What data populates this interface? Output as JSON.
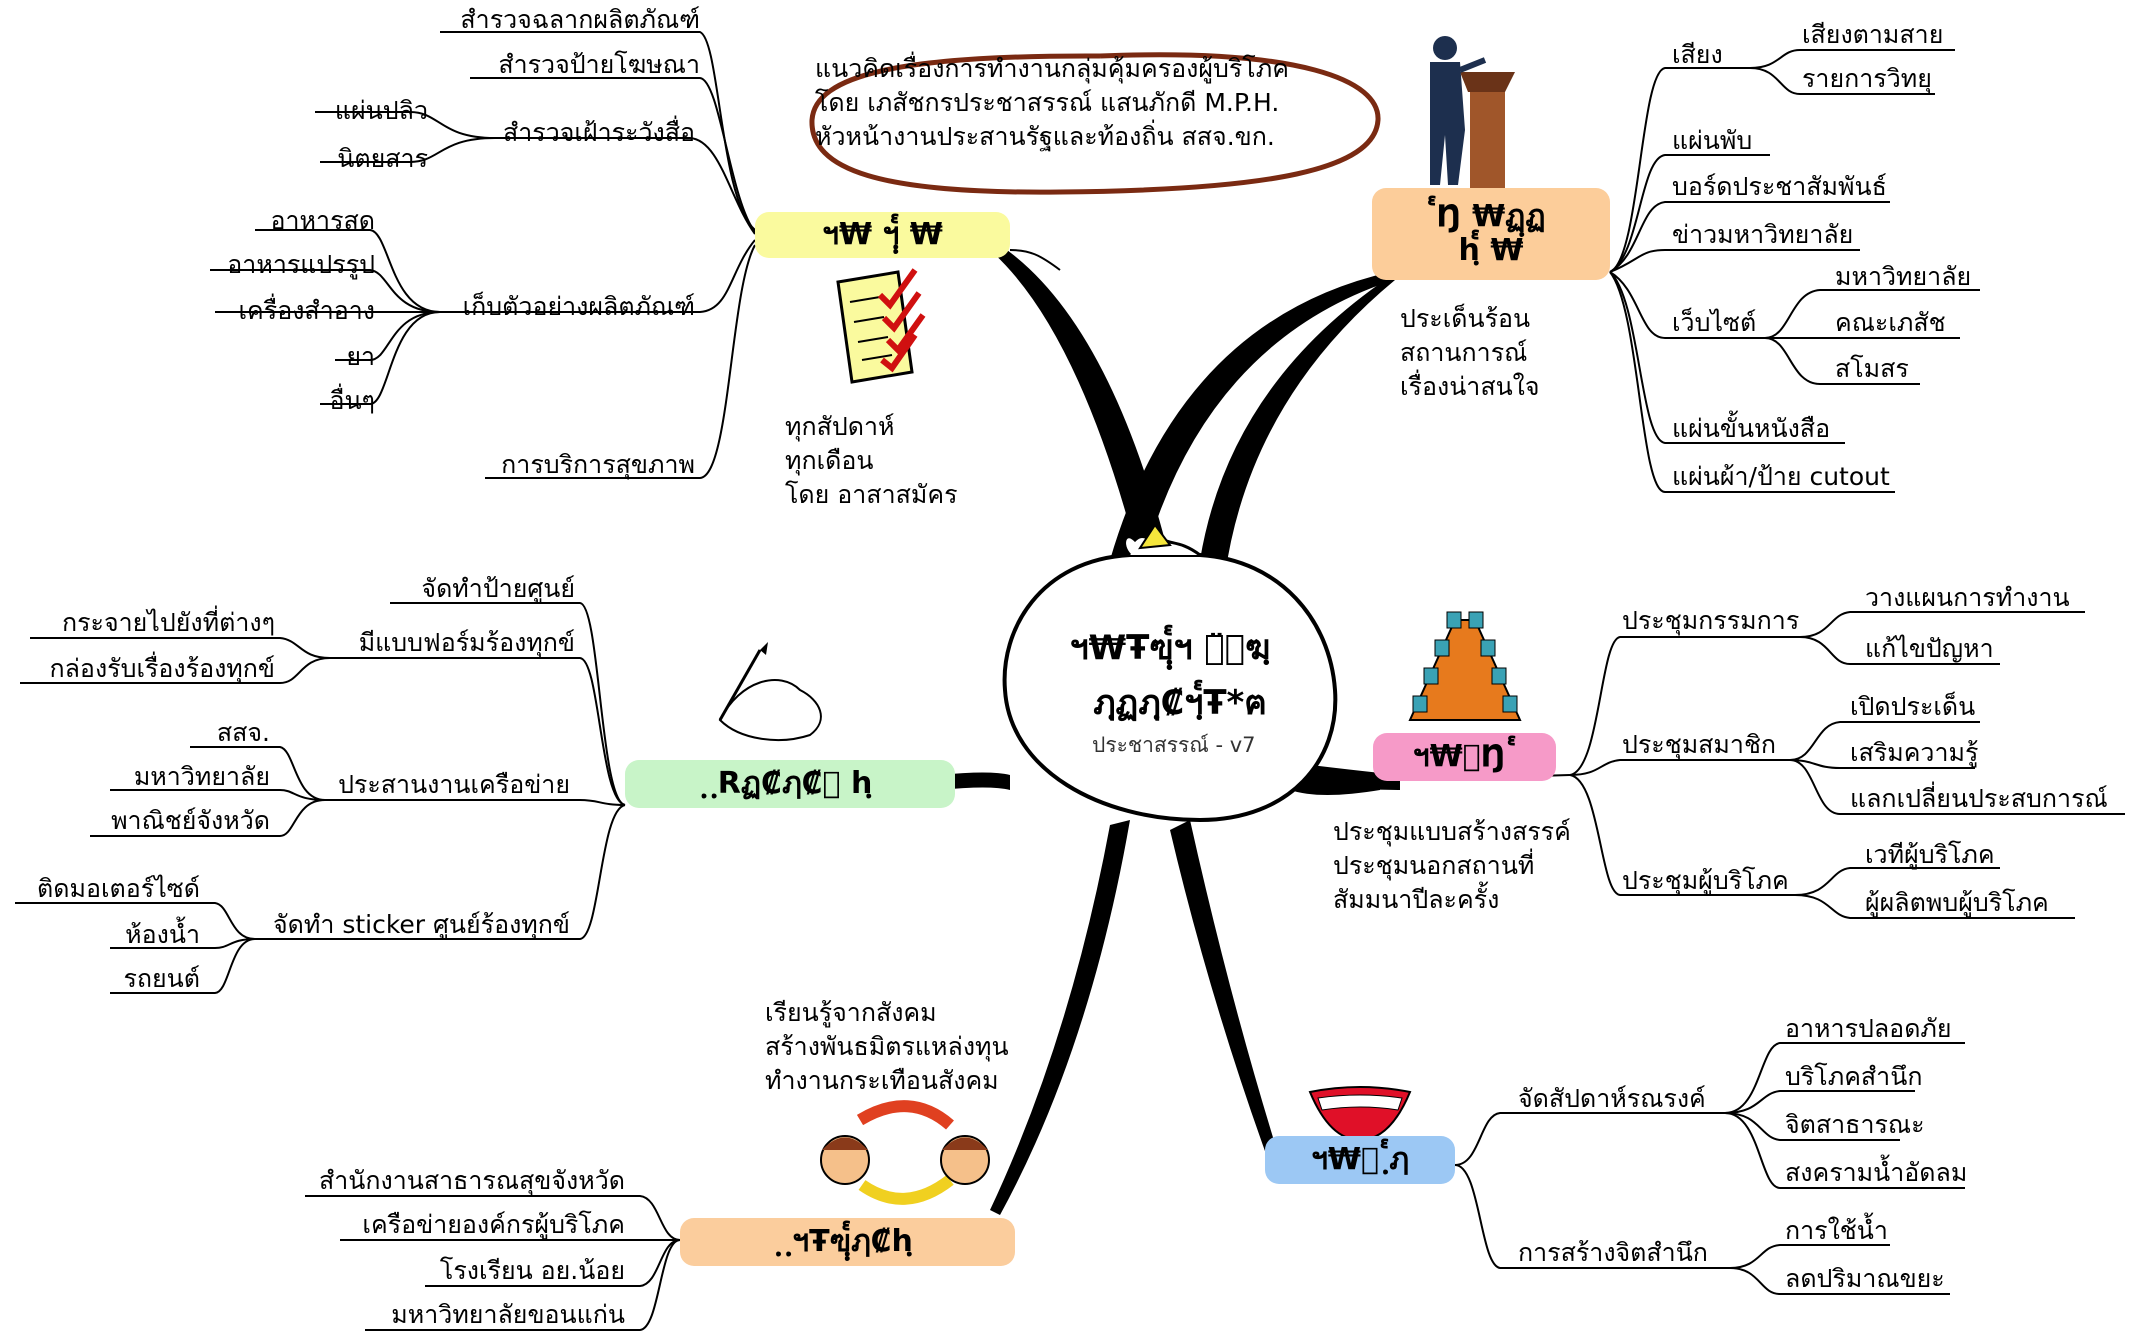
{
  "colors": {
    "yellow": "#fafa9e",
    "orange": "#fccd9a",
    "pink": "#f69ac8",
    "green": "#c8f4c8",
    "blue": "#9cc8f4",
    "peach": "#fbcd9d",
    "callout": "#7a2a12"
  },
  "center": {
    "line1": "ฯ₩Ŧฃฺฺ๎ฯ ๎̈๎ฆฺ",
    "line2": "ฦฺฏฦฺ₡ฯฺ๎Ŧ*ฅ",
    "sub": "ประชาสรรณ์ - v7",
    "icon": "sack-icon"
  },
  "callout": {
    "lines": [
      "แนวคิดเรื่องการทำงานกลุ่มคุ้มครองผู้บริโภค",
      "โดย เภสัชกรประชาสรรณ์  แสนภักดี M.P.H.",
      "หัวหน้างานประสานรัฐและท้องถิ่น สสจ.ขก."
    ]
  },
  "nodes": {
    "survey": {
      "label": "ฯ₩ ฯ๎ฺฺ ₩",
      "icon": "checklist-icon",
      "note": "ทุกสัปดาห์\nทุกเดือน\nโดย อาสาสมัคร",
      "branches": {
        "b1": "สำรวจฉลากผลิตภัณฑ์",
        "b2": "สำรวจป้ายโฆษณา",
        "b3": "สำรวจเฝ้าระวังสื่อ",
        "b3a": "แผ่นปลิว",
        "b3b": "นิตยสาร",
        "b4": "เก็บตัวอย่างผลิตภัณฑ์",
        "b4a": "อาหารสด",
        "b4b": "อาหารแปรรูป",
        "b4c": "เครื่องสำอาง",
        "b4d": "ยา",
        "b4e": "อื่นๆ",
        "b5": "การบริการสุขภาพ"
      }
    },
    "media": {
      "label": "๎Ŋ ₩ฏฺฏ\nhฺ๎ ₩",
      "icon": "speaker-podium-icon",
      "note": "ประเด็นร้อน\nสถานการณ์\nเรื่องน่าสนใจ",
      "branches": {
        "a1": "เสียง",
        "a1a": "เสียงตามสาย",
        "a1b": "รายการวิทยุ",
        "a2": "แผ่นพับ",
        "a3": "บอร์ดประชาสัมพันธ์",
        "a4": "ข่าวมหาวิทยาลัย",
        "a5": "เว็บไซต์",
        "a5a": "มหาวิทยาลัย",
        "a5b": "คณะเภสัช",
        "a5c": "สโมสร",
        "a6": "แผ่นขั้นหนังสือ",
        "a7": "แผ่นผ้า/ป้าย cutout"
      }
    },
    "meeting": {
      "label": "ฯ₩๎Ŋ ๎",
      "icon": "meeting-table-icon",
      "note": "ประชุมแบบสร้างสรรค์\nประชุมนอกสถานที่\nสัมมนาปีละครั้ง",
      "branches": {
        "m1": "ประชุมกรรมการ",
        "m1a": "วางแผนการทำงาน",
        "m1b": "แก้ไขปัญหา",
        "m2": "ประชุมสมาชิก",
        "m2a": "เปิดประเด็น",
        "m2b": "เสริมความรู้",
        "m2c": "แลกเปลี่ยนประสบการณ์",
        "m3": "ประชุมผู้บริโภค",
        "m3a": "เวทีผู้บริโภค",
        "m3b": "ผู้ผลิตพบผู้บริโภค"
      }
    },
    "campaign": {
      "label": "ฯ₩ฺ ฺ๎ฦ",
      "icon": "smile-mouth-icon",
      "branches": {
        "c1": "จัดสัปดาห์รณรงค์",
        "c1a": "อาหารปลอดภัย",
        "c1b": "บริโภคสำนึก",
        "c1c": "จิตสาธารณะ",
        "c1d": "สงครามน้ำอัดลม",
        "c2": "การสร้างจิตสำนึก",
        "c2a": "การใช้น้ำ",
        "c2b": "ลดปริมาณขยะ"
      }
    },
    "complaint": {
      "label": "ฺ ฺRฏ₡ฦ₡ฺ hฺ",
      "icon": "writing-hand-icon",
      "branches": {
        "d1": "จัดทำป้ายศูนย์",
        "d2": "มีแบบฟอร์มร้องทุกข์",
        "d2a": "กระจายไปยังที่ต่างๆ",
        "d2b": "กล่องรับเรื่องร้องทุกข์",
        "d3": "ประสานงานเครือข่าย",
        "d3a": "สสจ.",
        "d3b": "มหาวิทยาลัย",
        "d3c": "พาณิชย์จังหวัด",
        "d4": "จัดทำ sticker ศูนย์ร้องทุกข์",
        "d4a": "ติดมอเตอร์ไซด์",
        "d4b": "ห้องน้ำ",
        "d4c": "รถยนต์"
      }
    },
    "network": {
      "label": "ฺ ฺฯŦฃฺฺ๎ฦ₡hฺ",
      "icon": "exchange-people-icon",
      "note": "เรียนรู้จากสังคม\nสร้างพันธมิตรแหล่งทุน\nทำงานกระเทือนสังคม",
      "branches": {
        "n1": "สำนักงานสาธารณสุขจังหวัด",
        "n2": "เครือข่ายองค์กรผู้บริโภค",
        "n3": "โรงเรียน อย.น้อย",
        "n4": "มหาวิทยาลัยขอนแก่น"
      }
    }
  }
}
